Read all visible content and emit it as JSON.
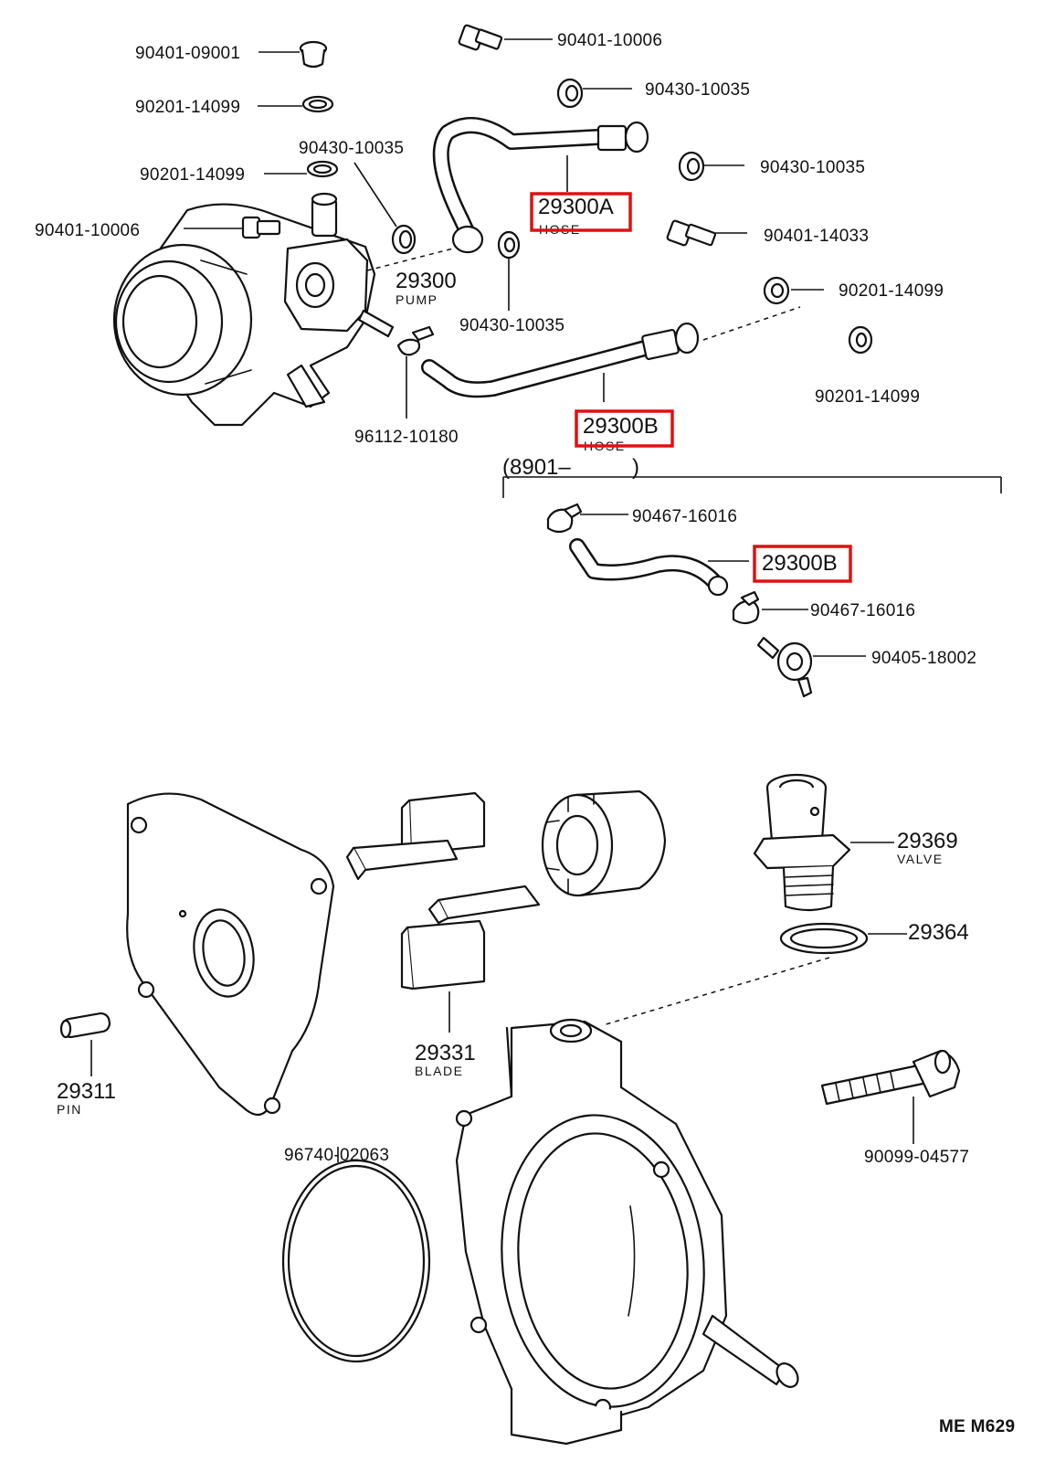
{
  "labels": {
    "bolt_top_left": "90401-09001",
    "gasket_top_left": "90201-14099",
    "washer_mid_left": "90430-10035",
    "gasket_mid_left": "90201-14099",
    "union_bolt_left": "90401-10006",
    "union_bolt_top": "90401-10006",
    "washer_top": "90430-10035",
    "washer_right": "90430-10035",
    "union_bolt_right": "90401-14033",
    "gasket_right_1": "90201-14099",
    "gasket_right_2": "90201-14099",
    "washer_center": "90430-10035",
    "clip": "96112-10180",
    "clamp_1": "90467-16016",
    "clamp_2": "90467-16016",
    "union": "90405-18002",
    "pin": "29311",
    "oring": "96740-02063",
    "blade": "29331",
    "valve": "29369",
    "gasket_valve": "29364",
    "bolt": "90099-04577"
  },
  "captions": {
    "pump_number": "29300",
    "pump_name": "PUMP",
    "hose_a_number": "29300A",
    "hose_a_name": "HOSE",
    "hose_b_number": "29300B",
    "hose_b_name": "HOSE",
    "hose_b2_number": "29300B",
    "range_open": "(8901–",
    "range_close": ")",
    "pin_name": "PIN",
    "blade_name": "BLADE",
    "valve_name": "VALVE",
    "footer": "ME  M629"
  },
  "colors": {
    "highlight": "#e01010",
    "line": "#111111",
    "background": "#ffffff"
  }
}
